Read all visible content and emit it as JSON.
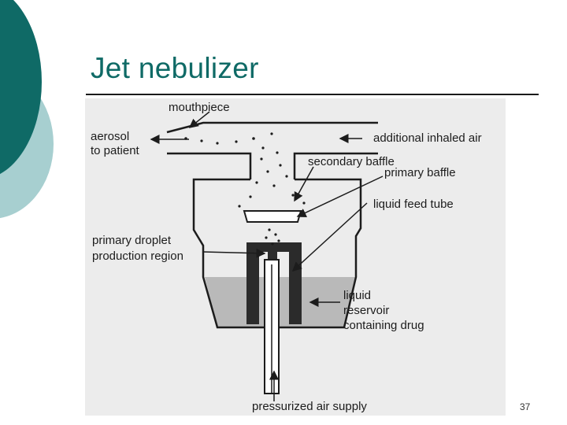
{
  "slide": {
    "title": "Jet nebulizer",
    "page_number": "37"
  },
  "diagram": {
    "labels": {
      "mouthpiece": "mouthpiece",
      "aerosol_line1": "aerosol",
      "aerosol_line2": "to patient",
      "additional_air": "additional inhaled air",
      "secondary_baffle": "secondary baffle",
      "primary_baffle": "primary baffle",
      "liquid_feed_tube": "liquid feed tube",
      "droplet_line1": "primary droplet",
      "droplet_line2": "production region",
      "reservoir_line1": "liquid",
      "reservoir_line2": "reservoir",
      "reservoir_line3": "containing drug",
      "air_supply": "pressurized air supply"
    }
  },
  "colors": {
    "title": "#0f6a66",
    "deco_dark": "#0f6a66",
    "deco_light": "#a7cfd0",
    "panel": "#ececec",
    "liquid": "#b9b9b9",
    "tube": "#2b2b2b"
  }
}
